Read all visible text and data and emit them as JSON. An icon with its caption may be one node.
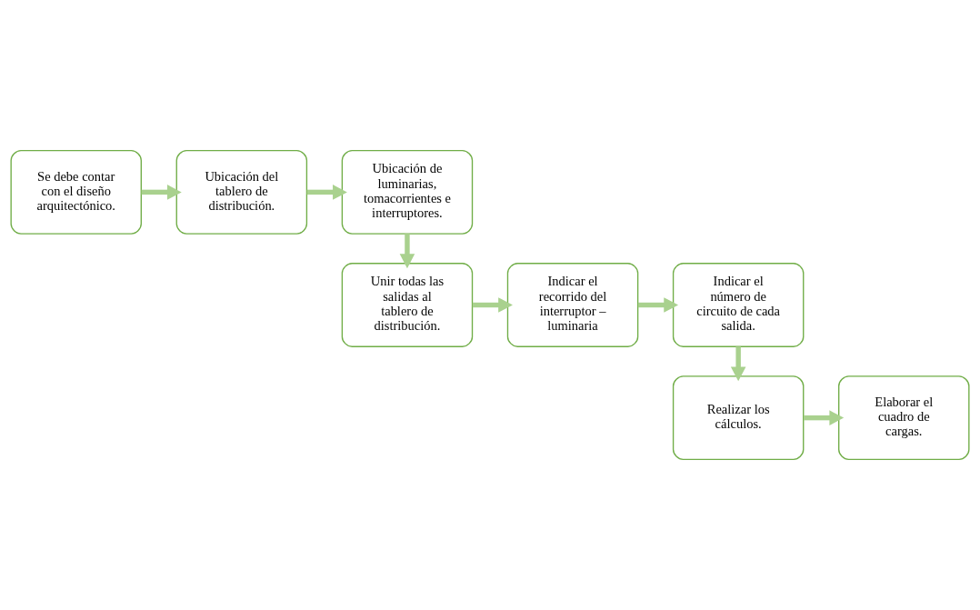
{
  "diagram": {
    "nodes": [
      {
        "text": [
          "Se debe contar con el diseño arquitectónico."
        ]
      },
      {
        "text": [
          "Ubicación del tablero de distribución."
        ]
      },
      {
        "text": [
          "Ubicación de luminarias, tomacorrientes e interruptores."
        ]
      },
      {
        "text": [
          "Unir todas las salidas al tablero de distribución."
        ]
      },
      {
        "text": [
          "Indicar el recorrido del interruptor – luminaria"
        ]
      },
      {
        "text": [
          "Indicar el número de circuito de cada salida."
        ]
      },
      {
        "text": [
          "Realizar los cálculos."
        ]
      },
      {
        "text": [
          "Elaborar el cuadro de cargas."
        ]
      }
    ],
    "edges": [
      {
        "from": 0,
        "to": 1,
        "arrow": "to"
      },
      {
        "from": 1,
        "to": 2,
        "arrow": "to"
      },
      {
        "from": 2,
        "to": 3,
        "arrow": "to"
      },
      {
        "from": 3,
        "to": 4,
        "arrow": "to"
      },
      {
        "from": 4,
        "to": 5,
        "arrow": "to"
      },
      {
        "from": 5,
        "to": 6,
        "arrow": "to"
      },
      {
        "from": 6,
        "to": 7,
        "arrow": "to"
      }
    ]
  }
}
